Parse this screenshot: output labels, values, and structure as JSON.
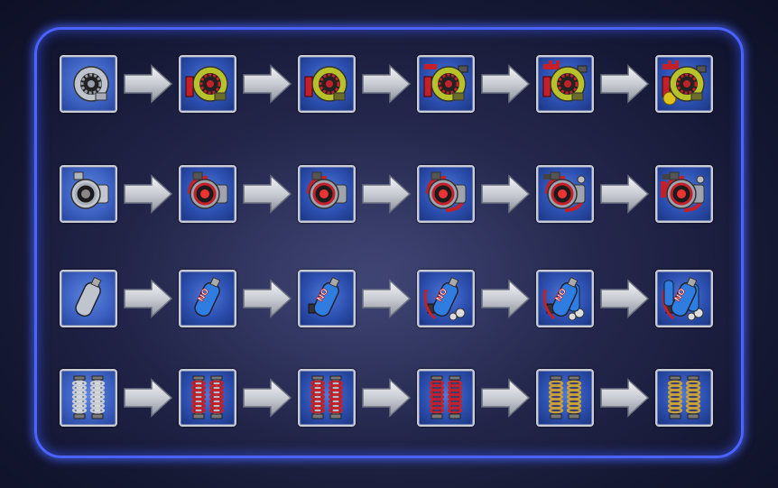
{
  "board": {
    "rows": [
      {
        "part": "turbo",
        "tiers": [
          "base-turbo-icon",
          "turbo-tier-1-icon",
          "turbo-tier-2-icon",
          "turbo-tier-3-icon",
          "turbo-tier-4-icon",
          "turbo-tier-5-icon"
        ]
      },
      {
        "part": "supercharger",
        "tiers": [
          "base-supercharger-icon",
          "supercharger-tier-1-icon",
          "supercharger-tier-2-icon",
          "supercharger-tier-3-icon",
          "supercharger-tier-4-icon",
          "supercharger-tier-5-icon"
        ]
      },
      {
        "part": "nitro",
        "tiers": [
          "base-nitro-icon",
          "nitro-tier-1-icon",
          "nitro-tier-2-icon",
          "nitro-tier-3-icon",
          "nitro-tier-4-icon",
          "nitro-tier-5-icon"
        ]
      },
      {
        "part": "suspension",
        "tiers": [
          "base-suspension-icon",
          "suspension-tier-1-icon",
          "suspension-tier-2-icon",
          "suspension-tier-3-icon",
          "suspension-tier-4-icon",
          "suspension-tier-5-icon"
        ]
      }
    ],
    "arrow_icon": "right-arrow-icon",
    "nitro_label": "NO",
    "colors": {
      "frame_border": "#4a62ff",
      "tile_bg": "#2c4fb0",
      "turbo_housing": "#b7c22a",
      "accent_red": "#c4202a",
      "nitro_bottle": "#2f7de0",
      "spring_gold": "#c9a23a"
    }
  }
}
